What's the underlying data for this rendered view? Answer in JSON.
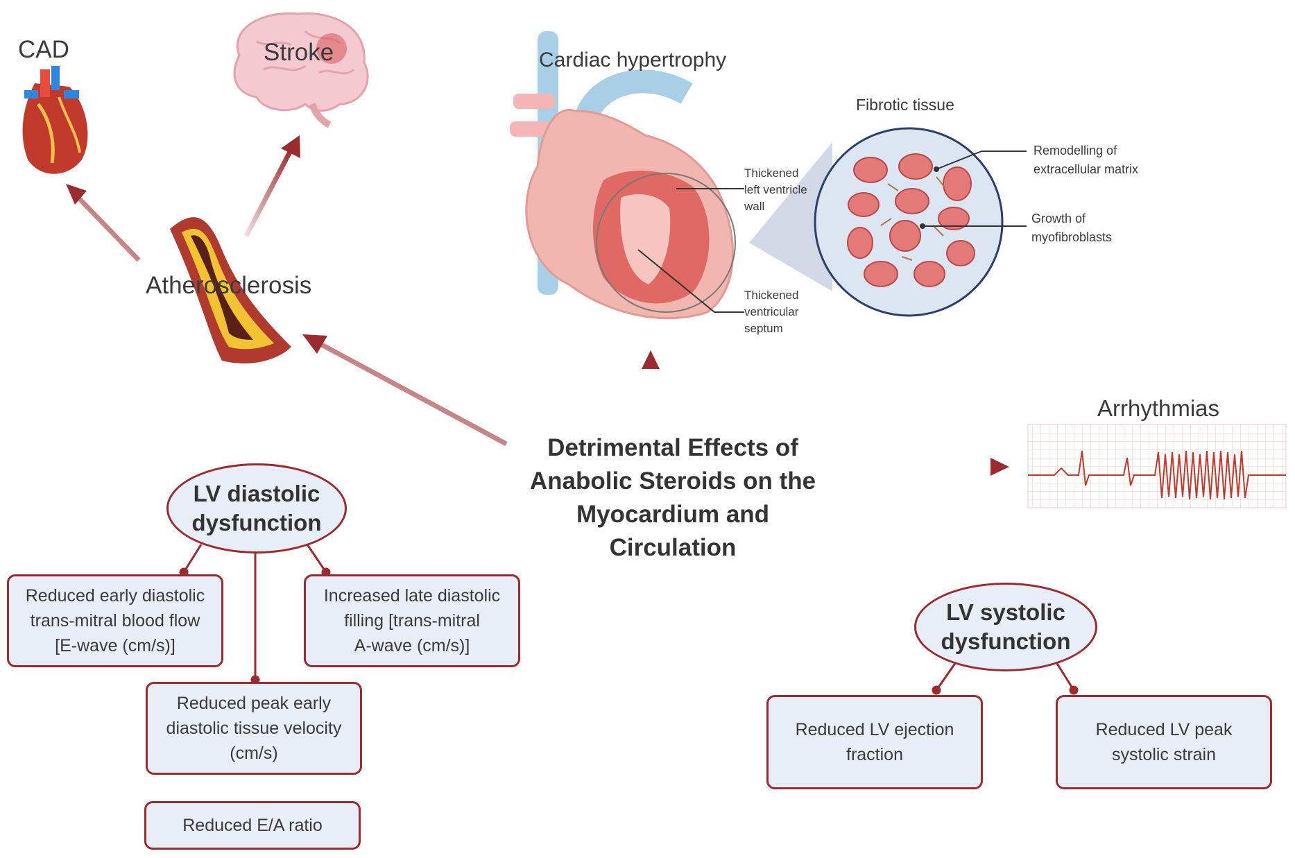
{
  "labels": {
    "cad": "CAD",
    "stroke": "Stroke",
    "atherosclerosis": "Atherosclerosis",
    "cardiac_hypertrophy": "Cardiac hypertrophy",
    "fibrotic_tissue": "Fibrotic tissue",
    "lv_wall": "Thickened\nleft ventricle\nwall",
    "septum": "Thickened\nventricular\nseptum",
    "ecm": "Remodelling of\nextracellular matrix",
    "myofibroblasts": "Growth of\nmyofibroblasts",
    "arrhythmias": "Arrhythmias"
  },
  "center": {
    "title": "Detrimental Effects of\nAnabolic Steroids on the\nMyocardium and\nCirculation"
  },
  "diastolic": {
    "title": "LV diastolic\ndysfunction",
    "items": [
      "Reduced early diastolic\ntrans-mitral blood flow\n[E-wave (cm/s)]",
      "Increased late diastolic\nfilling [trans-mitral\nA-wave (cm/s)]",
      "Reduced peak early\ndiastolic tissue velocity\n(cm/s)",
      "Reduced E/A ratio"
    ]
  },
  "systolic": {
    "title": "LV systolic\ndysfunction",
    "items": [
      "Reduced LV ejection\nfraction",
      "Reduced LV peak\nsystolic strain"
    ]
  },
  "colors": {
    "accent": "#9b2b2f",
    "box_fill": "#e8eef7",
    "vessel_blue": "#a9cfe6",
    "heart_pink": "#f2b6b0"
  }
}
